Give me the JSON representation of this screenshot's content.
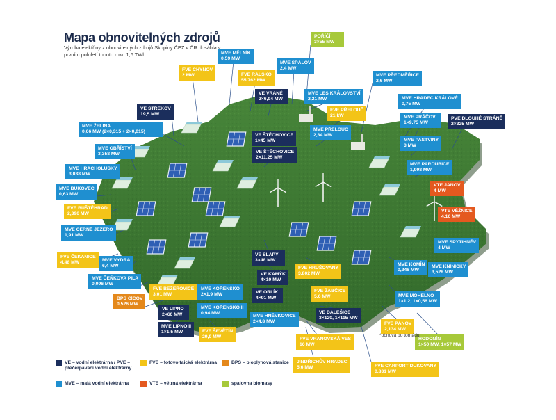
{
  "header": {
    "title": "Mapa obnovitelných zdrojů",
    "subtitle": "Výroba elektřiny z obnovitelných zdrojů Skupiny ČEZ v ČR dosáhla v prvním pololetí tohoto roku 1,6 TWh."
  },
  "colors": {
    "ve": "#1b2e5c",
    "mve": "#1f8fd0",
    "fve": "#f3c418",
    "bps": "#e4881b",
    "vte": "#e4591f",
    "bio": "#a7c93a",
    "map": "#3e7a34"
  },
  "labels": [
    {
      "name": "MVE Mělník",
      "value": "0,59 MW",
      "type": "mve"
    },
    {
      "name": "Poříčí",
      "value": "3×55 MW",
      "type": "bio"
    },
    {
      "name": "FVE Chýnov",
      "value": "2 MW",
      "type": "fve"
    },
    {
      "name": "MVE Spálov",
      "value": "2,4 MW",
      "type": "mve"
    },
    {
      "name": "FVE Ralsko",
      "value": "55,762 MW",
      "type": "fve"
    },
    {
      "name": "MVE Předměřice",
      "value": "2,6 MW",
      "type": "mve"
    },
    {
      "name": "VE Vrané",
      "value": "2×6,94 MW",
      "type": "ve"
    },
    {
      "name": "MVE Les Království",
      "value": "2,21 MW",
      "type": "mve"
    },
    {
      "name": "MVE Hradec Králové",
      "value": "0,75 MW",
      "type": "mve"
    },
    {
      "name": "VE Střekov",
      "value": "19,5 MW",
      "type": "ve"
    },
    {
      "name": "FVE Přelouč",
      "value": "21 kW",
      "type": "fve"
    },
    {
      "name": "MVE Práčov",
      "value": "1×9,75 MW",
      "type": "mve"
    },
    {
      "name": "PVE Dlouhé stráně",
      "value": "2×325 MW",
      "type": "ve"
    },
    {
      "name": "MVE Želina",
      "value": "0,66 MW (2×0,315 + 2×0,015)",
      "type": "mve"
    },
    {
      "name": "VE Štěchovice",
      "value": "1×45 MW",
      "type": "ve"
    },
    {
      "name": "MVE Přelouč",
      "value": "2,34 MW",
      "type": "mve"
    },
    {
      "name": "MVE Pastviny",
      "value": "3 MW",
      "type": "mve"
    },
    {
      "name": "MVE Obříství",
      "value": "3,358 MW",
      "type": "mve"
    },
    {
      "name": "VE Štěchovice",
      "value": "2×11,25 MW",
      "type": "ve"
    },
    {
      "name": "MVE Hracholusky",
      "value": "3,038 MW",
      "type": "mve"
    },
    {
      "name": "MVE Pardubice",
      "value": "1,998 MW",
      "type": "mve"
    },
    {
      "name": "MVE Bukovec",
      "value": "0,63 MW",
      "type": "mve"
    },
    {
      "name": "VTE Janov",
      "value": "4 MW",
      "type": "vte"
    },
    {
      "name": "FVE Buštěhrad",
      "value": "2,396 MW",
      "type": "fve"
    },
    {
      "name": "VTE Věžnice",
      "value": "4,16 MW",
      "type": "vte"
    },
    {
      "name": "MVE Černé jezero",
      "value": "1,91 MW",
      "type": "mve"
    },
    {
      "name": "MVE Spytihněv",
      "value": "4 MW",
      "type": "mve"
    },
    {
      "name": "FVE Čekanice",
      "value": "4,48 MW",
      "type": "fve"
    },
    {
      "name": "VE Slapy",
      "value": "3×48 MW",
      "type": "ve"
    },
    {
      "name": "MVE Vydra",
      "value": "6,4 MW",
      "type": "mve"
    },
    {
      "name": "MVE Komín",
      "value": "0,246 MW",
      "type": "mve"
    },
    {
      "name": "MVE Kníničky",
      "value": "3,528 MW",
      "type": "mve"
    },
    {
      "name": "FVE Hrušovany",
      "value": "3,802 MW",
      "type": "fve"
    },
    {
      "name": "VE Kamýk",
      "value": "4×10 MW",
      "type": "ve"
    },
    {
      "name": "MVE Čeňkova pila",
      "value": "0,096 MW",
      "type": "mve"
    },
    {
      "name": "FVE Bežerovice",
      "value": "3,01 MW",
      "type": "fve"
    },
    {
      "name": "MVE Kořensko",
      "value": "2×1,9 MW",
      "type": "mve"
    },
    {
      "name": "FVE Žabčice",
      "value": "5,6 MW",
      "type": "fve"
    },
    {
      "name": "VE Orlík",
      "value": "4×91 MW",
      "type": "ve"
    },
    {
      "name": "MVE Mohelno",
      "value": "1×1,2, 1×0,56 MW",
      "type": "mve"
    },
    {
      "name": "BPS Číčov",
      "value": "0,526 MW",
      "type": "bps"
    },
    {
      "name": "MVE Kořensko II",
      "value": "0,94 MW",
      "type": "mve"
    },
    {
      "name": "VE Lipno",
      "value": "2×60 MW",
      "type": "ve"
    },
    {
      "name": "MVE Hněvkovice",
      "value": "2×4,8 MW",
      "type": "mve"
    },
    {
      "name": "VE Dalešice",
      "value": "3×120, 1×115 MW",
      "type": "ve"
    },
    {
      "name": "FVE Pánov",
      "value": "2,134 MW",
      "type": "fve"
    },
    {
      "name": "MVE Lipno II",
      "value": "1×1,5 MW",
      "type": "ve"
    },
    {
      "name": "FVE Ševětín",
      "value": "29,9 MW",
      "type": "fve"
    },
    {
      "name": "FVE Vranovská Ves",
      "value": "16 MW",
      "type": "fve"
    },
    {
      "name": "Hodonín",
      "value": "1×50 MW, 1×57 MW",
      "type": "bio"
    },
    {
      "name": "Jindřichův Hradec",
      "value": "5,6 MW",
      "type": "fve"
    },
    {
      "name": "FVE Carport Dukovany",
      "value": "0,831 MW",
      "type": "fve"
    }
  ],
  "note": "*obnova po tornádu",
  "legend": [
    {
      "label": "VE – vodní elektrárna / PVE – přečerpávací vodní elektrárny",
      "type": "ve"
    },
    {
      "label": "FVE – fotovoltaická elektrárna",
      "type": "fve"
    },
    {
      "label": "BPS – bioplynová stanice",
      "type": "bps"
    },
    {
      "label": "MVE – malá vodní elektrárna",
      "type": "mve"
    },
    {
      "label": "VTE – větrná elektrárna",
      "type": "vte"
    },
    {
      "label": "spalovna biomasy",
      "type": "bio"
    }
  ]
}
